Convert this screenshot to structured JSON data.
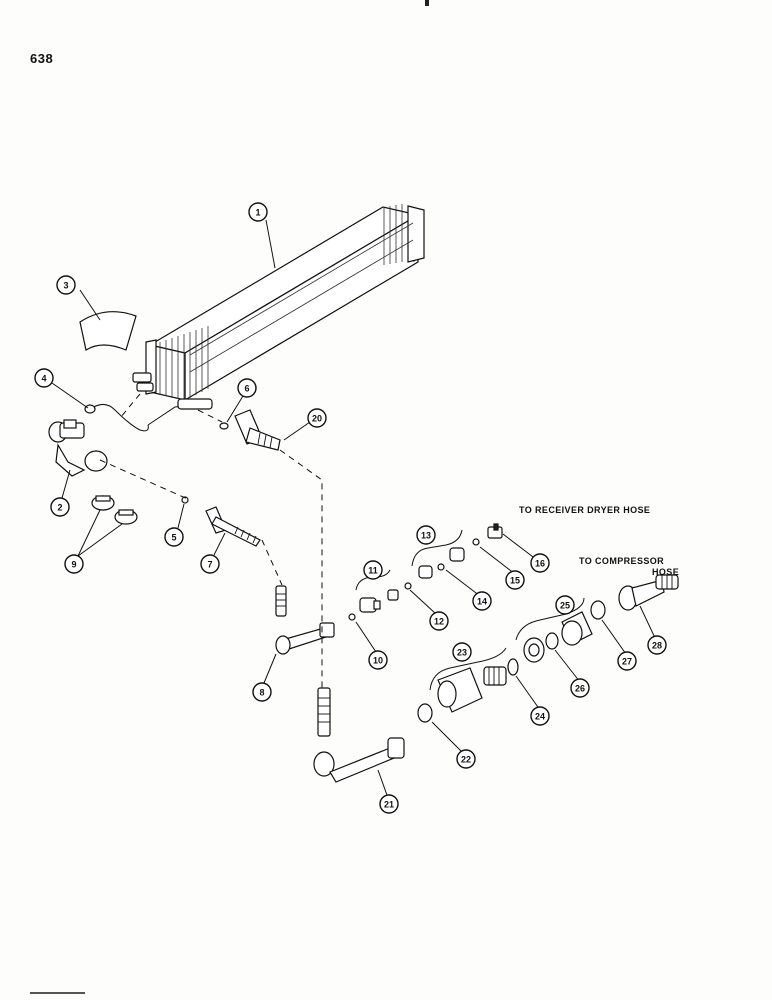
{
  "page_number": "638",
  "notes": {
    "receiver": "TO RECEIVER DRYER HOSE",
    "compressor_line1": "TO COMPRESSOR",
    "compressor_line2": "HOSE"
  },
  "callouts": {
    "c1": "1",
    "c2": "2",
    "c3": "3",
    "c4": "4",
    "c5": "5",
    "c6": "6",
    "c7": "7",
    "c8": "8",
    "c9": "9",
    "c10": "10",
    "c11": "11",
    "c12": "12",
    "c13": "13",
    "c14": "14",
    "c15": "15",
    "c16": "16",
    "c20": "20",
    "c21": "21",
    "c22": "22",
    "c23": "23",
    "c24": "24",
    "c25": "25",
    "c26": "26",
    "c27": "27",
    "c28": "28"
  }
}
